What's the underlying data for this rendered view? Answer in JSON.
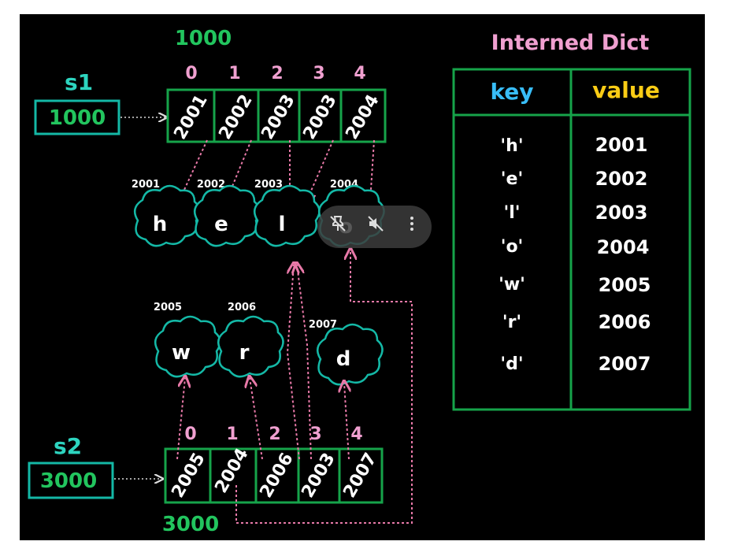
{
  "s1": {
    "name": "s1",
    "value": "1000",
    "array_address": "1000",
    "indices": [
      "0",
      "1",
      "2",
      "3",
      "4"
    ],
    "cells": [
      "2001",
      "2002",
      "2003",
      "2003",
      "2004"
    ]
  },
  "s2": {
    "name": "s2",
    "value": "3000",
    "array_address": "3000",
    "indices": [
      "0",
      "1",
      "2",
      "3",
      "4"
    ],
    "cells": [
      "2005",
      "2004",
      "2006",
      "2003",
      "2007"
    ]
  },
  "chars_top": [
    {
      "addr": "2001",
      "char": "h"
    },
    {
      "addr": "2002",
      "char": "e"
    },
    {
      "addr": "2003",
      "char": "l"
    },
    {
      "addr": "2004",
      "char": "o"
    }
  ],
  "chars_bottom": [
    {
      "addr": "2005",
      "char": "w"
    },
    {
      "addr": "2006",
      "char": "r"
    },
    {
      "addr": "2007",
      "char": "d"
    }
  ],
  "dict": {
    "title": "Interned Dict",
    "key_header": "key",
    "value_header": "value",
    "rows": [
      {
        "key": "'h'",
        "value": "2001"
      },
      {
        "key": "'e'",
        "value": "2002"
      },
      {
        "key": "'l'",
        "value": "2003"
      },
      {
        "key": "'o'",
        "value": "2004"
      },
      {
        "key": "'w'",
        "value": "2005"
      },
      {
        "key": "'r'",
        "value": "2006"
      },
      {
        "key": "'d'",
        "value": "2007"
      }
    ]
  },
  "colors": {
    "background": "#000000",
    "green": "#22c55e",
    "pink": "#f0a0d0",
    "teal": "#14b8a6",
    "key_header": "#38bdf8",
    "value_header": "#facc15"
  },
  "overlay_icons": [
    "pin-off-icon",
    "mute-icon",
    "more-options-icon"
  ]
}
